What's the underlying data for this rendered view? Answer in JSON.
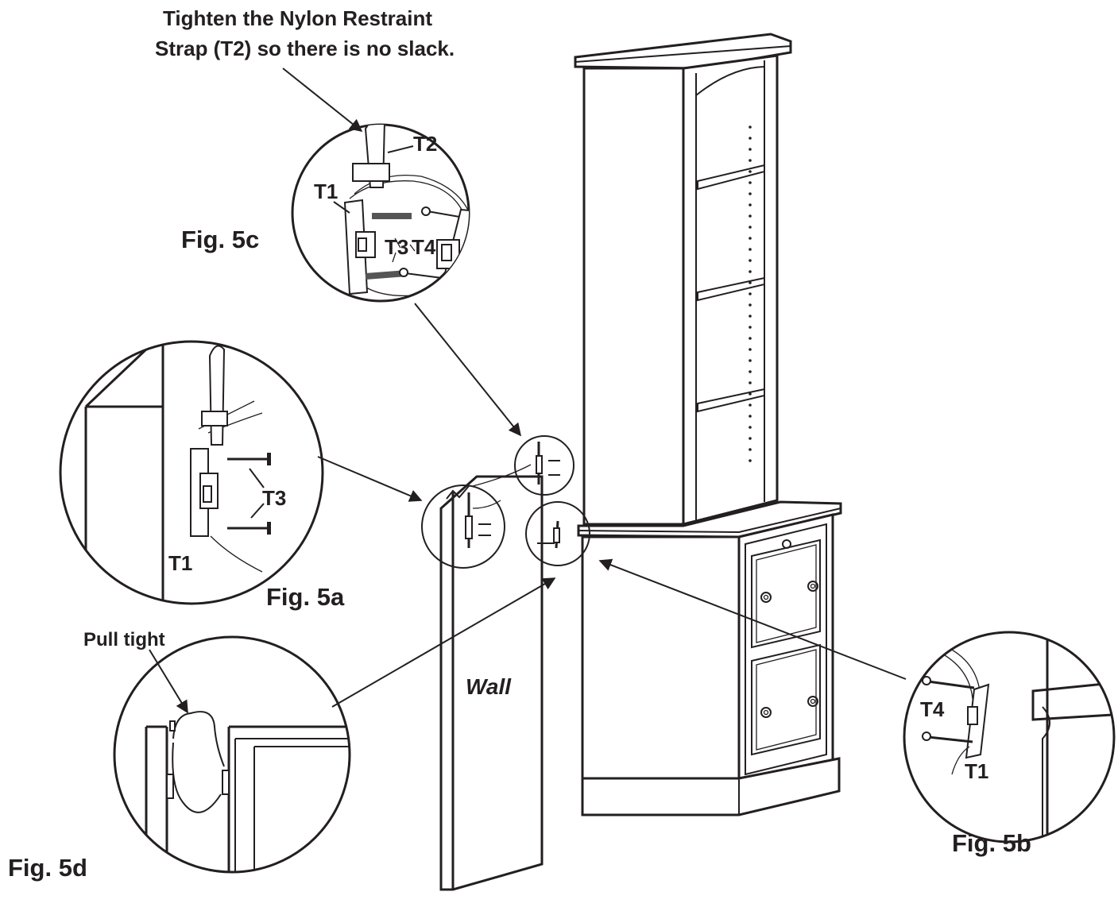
{
  "instructions": {
    "tighten_line1": "Tighten the Nylon Restraint",
    "tighten_line2": "Strap (T2) so there is no slack.",
    "pull_tight": "Pull tight"
  },
  "figures": {
    "fig_5a": "Fig. 5a",
    "fig_5b": "Fig. 5b",
    "fig_5c": "Fig. 5c",
    "fig_5d": "Fig. 5d"
  },
  "parts": {
    "t1": "T1",
    "t2": "T2",
    "t3": "T3",
    "t4": "T4"
  },
  "wall_label": "Wall",
  "colors": {
    "ink": "#231f20",
    "paper": "#ffffff"
  }
}
